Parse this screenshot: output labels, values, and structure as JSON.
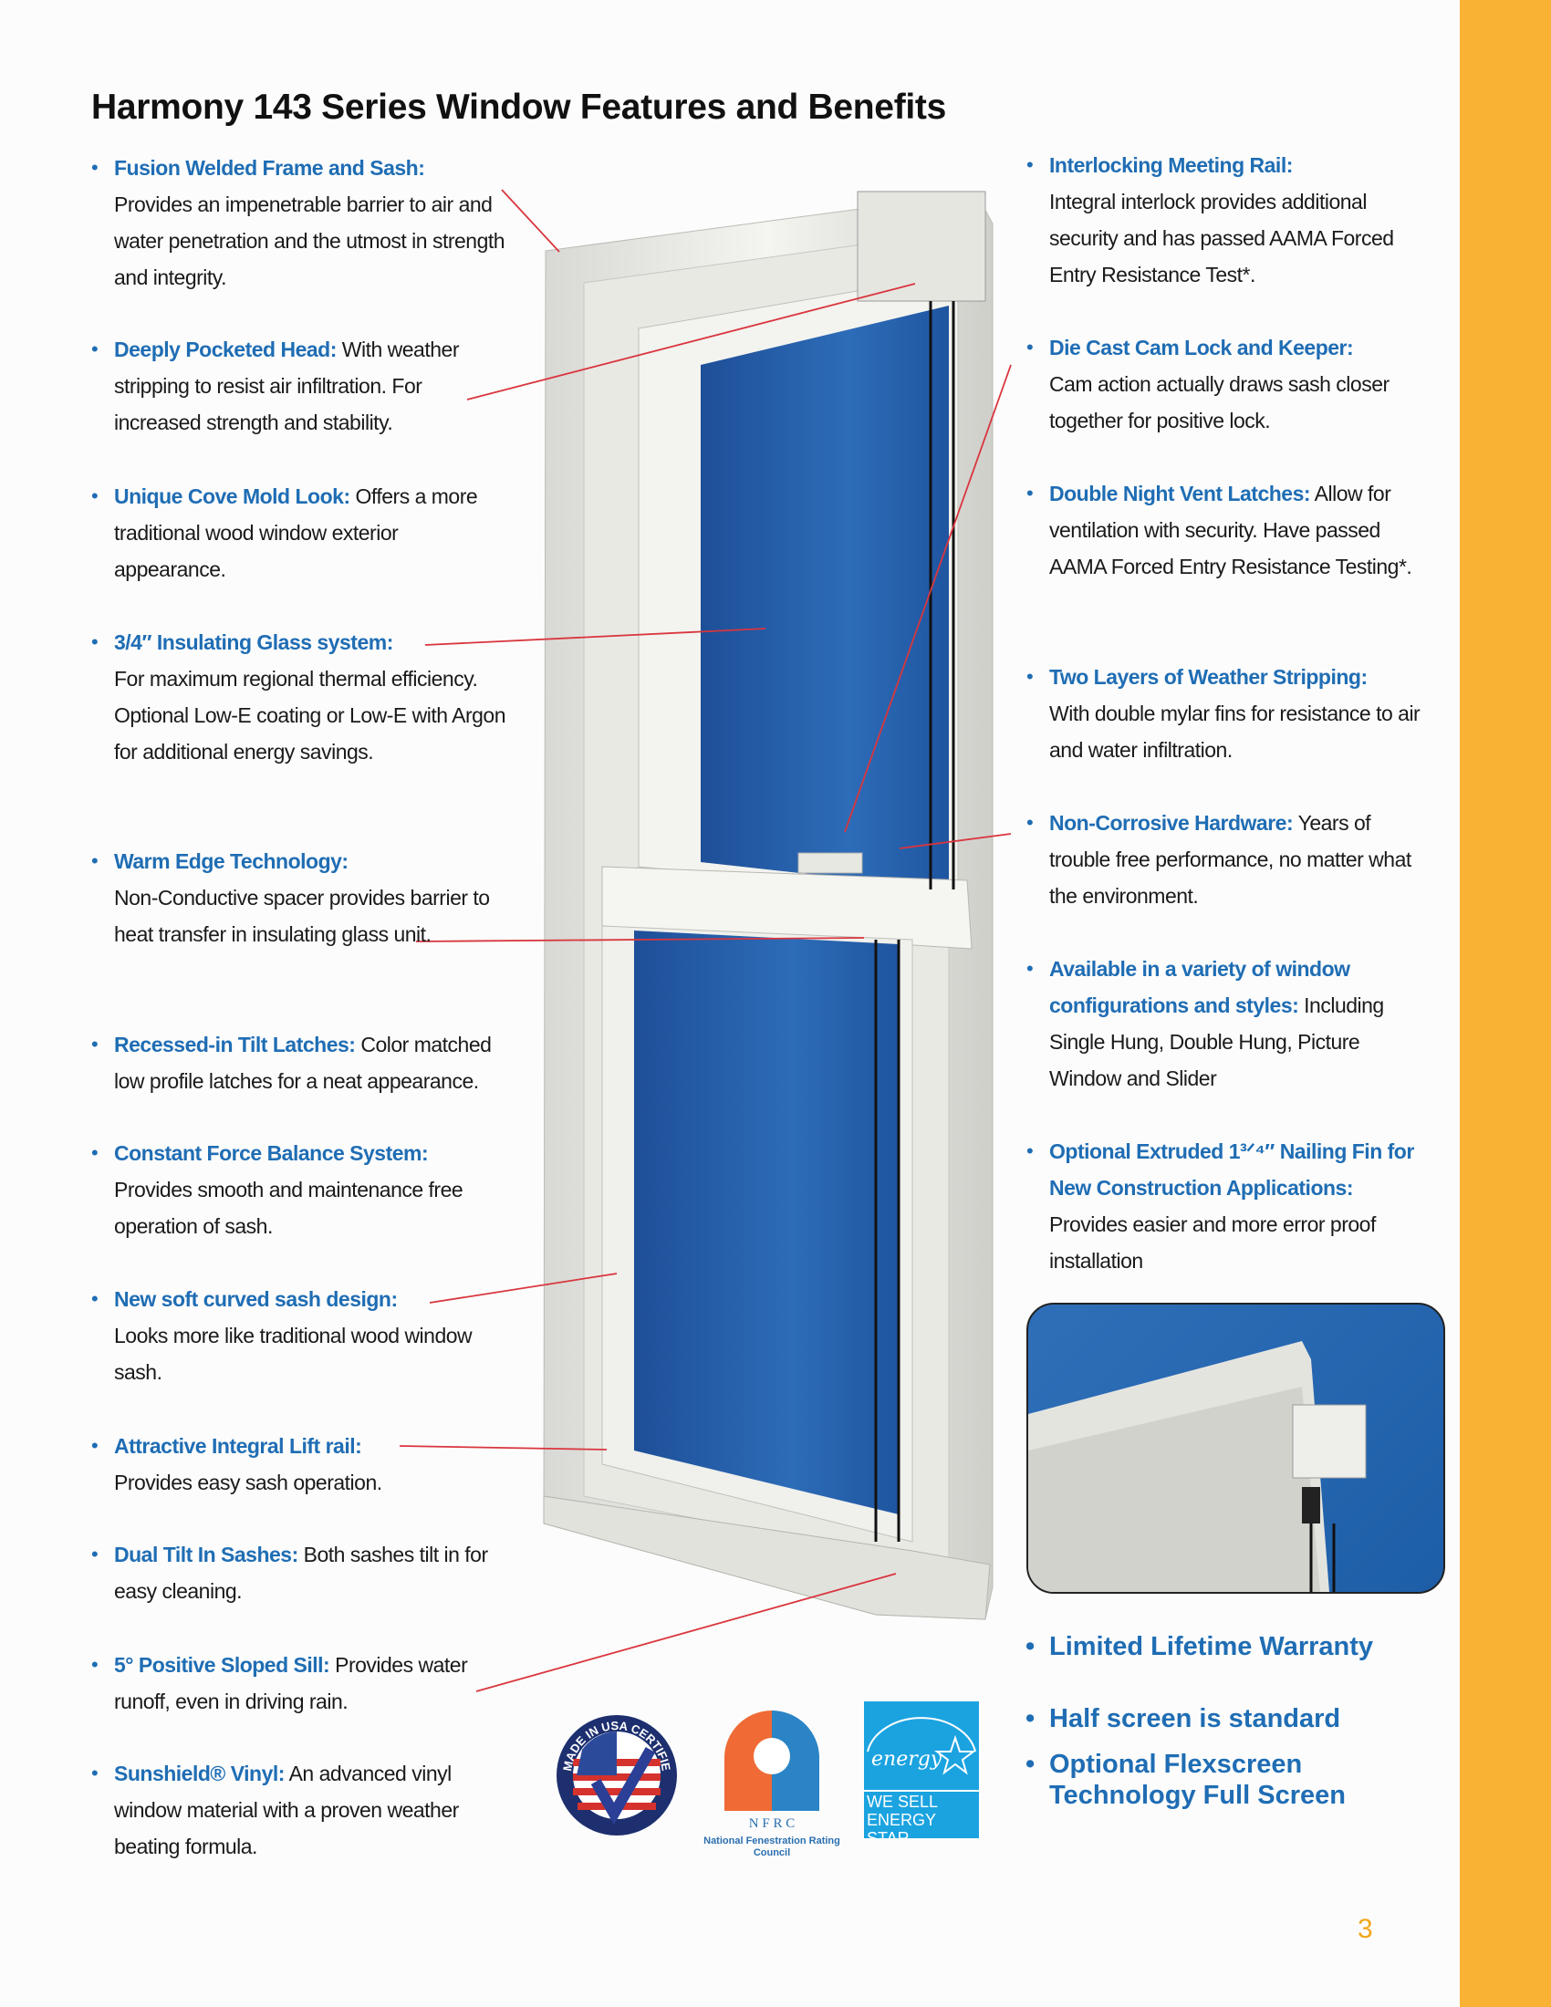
{
  "title": "Harmony 143 Series Window Features and Benefits",
  "left_features": [
    {
      "head": "Fusion Welded Frame and Sash:",
      "text": "Provides an impenetrable barrier to air and water penetration and the utmost in strength and integrity."
    },
    {
      "head": "Deeply Pocketed Head:",
      "text": "With weather stripping to resist air infiltration. For increased strength and stability."
    },
    {
      "head": "Unique Cove Mold Look:",
      "text": "Offers a more traditional wood window exterior appearance."
    },
    {
      "head": "3/4″ Insulating Glass system:",
      "text": "For maximum regional thermal efficiency.  Optional Low-E coating or Low-E with Argon for additional energy savings."
    },
    {
      "head": "Warm Edge Technology:",
      "text": "Non-Conductive spacer provides barrier to heat transfer in insulating glass unit."
    },
    {
      "head": "Recessed-in Tilt Latches:",
      "text": "Color matched low profile latches for a neat appearance."
    },
    {
      "head": "Constant Force Balance System:",
      "text": "Provides smooth and maintenance free operation of sash."
    },
    {
      "head": "New soft curved sash design:",
      "text": "Looks more like traditional wood window sash."
    },
    {
      "head": "Attractive Integral Lift rail:",
      "text": "Provides easy sash operation."
    },
    {
      "head": "Dual Tilt In Sashes:",
      "text": "Both sashes tilt in for easy cleaning."
    },
    {
      "head": "5° Positive Sloped Sill:",
      "text": "Provides water runoff, even in driving rain."
    },
    {
      "head": "Sunshield® Vinyl:",
      "text": "An advanced vinyl window material with a proven weather beating formula."
    }
  ],
  "right_features": [
    {
      "head": "Interlocking Meeting Rail:",
      "text": "Integral interlock provides  additional security and has passed AAMA Forced Entry Resistance Test*."
    },
    {
      "head": "Die Cast Cam Lock and Keeper:",
      "text": "Cam action actually draws  sash closer together for positive lock."
    },
    {
      "head": "Double Night Vent Latches:",
      "text": "Allow for ventilation with security. Have passed AAMA Forced Entry Resistance Testing*."
    },
    {
      "head": "Two Layers of  Weather Stripping:",
      "text": "With double mylar fins for resistance to air and water infiltration."
    },
    {
      "head": "Non-Corrosive Hardware:",
      "text": "Years of trouble free performance, no matter what the environment."
    },
    {
      "head": "Available in a variety of window configurations and styles:",
      "text": "Including Single Hung, Double Hung, Picture Window and Slider"
    },
    {
      "head": "Optional Extruded 1³ᐟ⁴″ Nailing Fin for New Construction Applications:",
      "text": "Provides easier and more error proof installation"
    }
  ],
  "warranty": [
    "Limited Lifetime Warranty",
    "Half screen is standard",
    "Optional Flexscreen Technology Full Screen"
  ],
  "logos": {
    "usa": "MADE IN USA CERTIFIED",
    "nfrc": "N F R C",
    "nfrc_sub": "National Fenestration Rating Council",
    "energy_script": "energy",
    "energy_text": "WE SELL ENERGY STAR"
  },
  "page_number": "3",
  "colors": {
    "accent": "#1f6db4",
    "orange": "#f9b233",
    "leader": "#d9363e",
    "glass": "#2a63b0"
  }
}
